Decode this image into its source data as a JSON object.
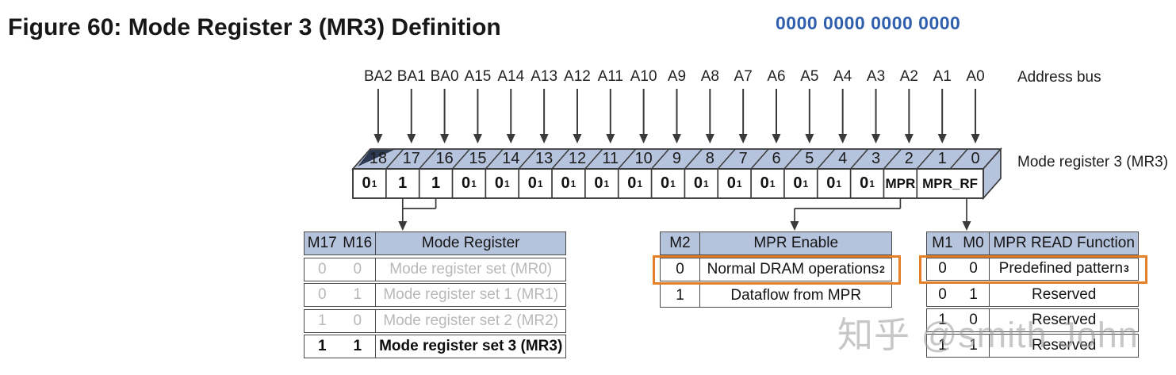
{
  "title": "Figure 60: Mode Register 3 (MR3) Definition",
  "binary_annotation": "0000 0000 0000 0000",
  "address_bus": {
    "label": "Address bus",
    "pins": [
      "BA2",
      "BA1",
      "BA0",
      "A15",
      "A14",
      "A13",
      "A12",
      "A11",
      "A10",
      "A9",
      "A8",
      "A7",
      "A6",
      "A5",
      "A4",
      "A3",
      "A2",
      "A1",
      "A0"
    ]
  },
  "register": {
    "label": "Mode register 3 (MR3)",
    "bit_numbers": [
      "18",
      "17",
      "16",
      "15",
      "14",
      "13",
      "12",
      "11",
      "10",
      "9",
      "8",
      "7",
      "6",
      "5",
      "4",
      "3",
      "2",
      "1",
      "0"
    ],
    "cells": [
      {
        "value": "0",
        "sup": "1",
        "bits": 1
      },
      {
        "value": "1",
        "bits": 1
      },
      {
        "value": "1",
        "bits": 1
      },
      {
        "value": "0",
        "sup": "1",
        "bits": 1
      },
      {
        "value": "0",
        "sup": "1",
        "bits": 1
      },
      {
        "value": "0",
        "sup": "1",
        "bits": 1
      },
      {
        "value": "0",
        "sup": "1",
        "bits": 1
      },
      {
        "value": "0",
        "sup": "1",
        "bits": 1
      },
      {
        "value": "0",
        "sup": "1",
        "bits": 1
      },
      {
        "value": "0",
        "sup": "1",
        "bits": 1
      },
      {
        "value": "0",
        "sup": "1",
        "bits": 1
      },
      {
        "value": "0",
        "sup": "1",
        "bits": 1
      },
      {
        "value": "0",
        "sup": "1",
        "bits": 1
      },
      {
        "value": "0",
        "sup": "1",
        "bits": 1
      },
      {
        "value": "0",
        "sup": "1",
        "bits": 1
      },
      {
        "value": "0",
        "sup": "1",
        "bits": 1
      },
      {
        "value": "MPR",
        "bits": 1,
        "small": true
      },
      {
        "value": "MPR_RF",
        "bits": 2,
        "small": true
      }
    ]
  },
  "tables": {
    "mode_register": {
      "headers": [
        "M17",
        "M16",
        "Mode Register"
      ],
      "rows": [
        {
          "bits": [
            "0",
            "0"
          ],
          "label": "Mode register set (MR0)",
          "dimmed": true
        },
        {
          "bits": [
            "0",
            "1"
          ],
          "label": "Mode register set 1 (MR1)",
          "dimmed": true
        },
        {
          "bits": [
            "1",
            "0"
          ],
          "label": "Mode register set 2 (MR2)",
          "dimmed": true
        },
        {
          "bits": [
            "1",
            "1"
          ],
          "label": "Mode register set 3 (MR3)",
          "emphasis": true
        }
      ]
    },
    "mpr_enable": {
      "headers": [
        "M2",
        "MPR Enable"
      ],
      "rows": [
        {
          "bits": [
            "0"
          ],
          "label": "Normal DRAM operations",
          "sup": "2",
          "highlighted": true
        },
        {
          "bits": [
            "1"
          ],
          "label": "Dataflow from MPR"
        }
      ]
    },
    "mpr_read": {
      "headers": [
        "M1",
        "M0",
        "MPR READ Function"
      ],
      "rows": [
        {
          "bits": [
            "0",
            "0"
          ],
          "label": "Predefined pattern",
          "sup": "3",
          "highlighted": true
        },
        {
          "bits": [
            "0",
            "1"
          ],
          "label": "Reserved"
        },
        {
          "bits": [
            "1",
            "0"
          ],
          "label": "Reserved"
        },
        {
          "bits": [
            "1",
            "1"
          ],
          "label": "Reserved"
        }
      ]
    }
  },
  "watermark": "知乎 @smith John",
  "colors": {
    "header_fill": "#b6c3dd",
    "highlight_orange": "#e57f27",
    "accent_blue": "#3060ad",
    "dimmed_text": "#b8b8b8",
    "line": "#3a3a3a",
    "dark_corner": "#2e3a52"
  }
}
